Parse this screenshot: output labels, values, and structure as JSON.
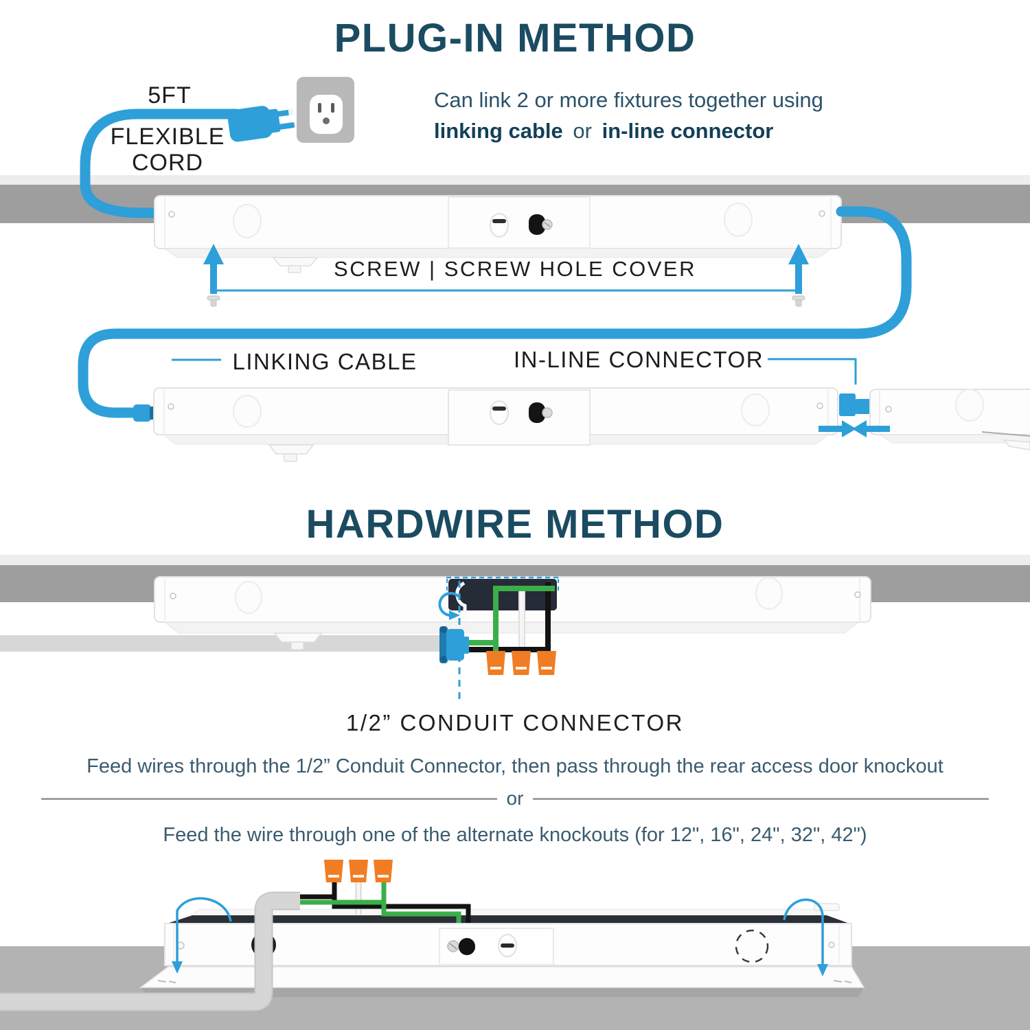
{
  "colors": {
    "accent_blue": "#2E9FD9",
    "title_teal": "#1A4B61",
    "body_text": "#3A5B6E",
    "label_black": "#1D1D1D",
    "band_dark": "#9E9E9E",
    "band_light": "#EDEDED",
    "backdrop_gray": "#B3B3B3",
    "wire_green": "#3BAE49",
    "wire_black": "#131313",
    "wire_white": "#F6F6F6",
    "wire_nut_orange": "#F07D23",
    "junction_box_navy": "#262B38",
    "conduit_gray": "#D6D6D6"
  },
  "sections": {
    "plugin": {
      "title": "PLUG-IN METHOD",
      "cord_length_label": "5FT",
      "cord_type_label": "FLEXIBLE CORD",
      "description": {
        "line1": "Can link 2 or more fixtures together using",
        "bold1": "linking cable",
        "separator": "or",
        "bold2": "in-line connector"
      },
      "screw_label": "SCREW | SCREW HOLE COVER",
      "linking_cable_label": "LINKING CABLE",
      "inline_connector_label": "IN-LINE CONNECTOR"
    },
    "hardwire": {
      "title": "HARDWIRE METHOD",
      "conduit_label": "1/2” CONDUIT CONNECTOR",
      "instruction_1": "Feed wires through the 1/2” Conduit Connector, then pass through the rear access door knockout",
      "divider_text": "or",
      "instruction_2": "Feed the wire through one of the alternate knockouts (for 12\", 16\", 24\", 32\", 42\")"
    }
  }
}
